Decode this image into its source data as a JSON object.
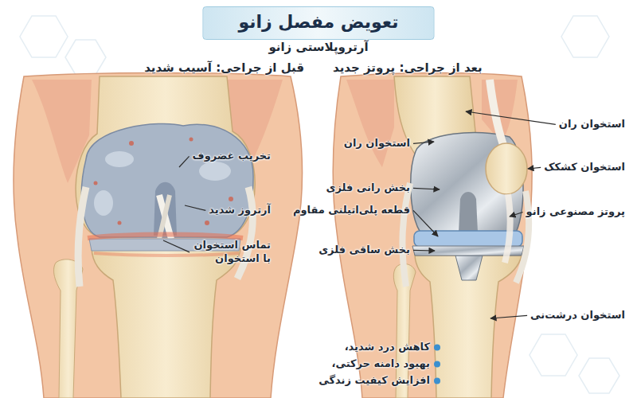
{
  "diagram": {
    "title": "تعویض مفصل زانو",
    "labels": [
      "آرتروپلاستی زانو",
      "قبل از جراحی: آسیب شدید",
      "بعد از جراحی: پروتز جدید",
      "تخریب غضروف",
      "آرتروز شدید",
      "تماس استخوان با استخوان",
      "استخوان ران",
      "بخش رانی فلزی",
      "قطعه پلی‌اتیلنی مقاوم",
      "بخش ساقی فلزی",
      "استخوان ران",
      "استخوان کشکک",
      "پروتز مصنوعی زانو",
      "استخوان درشت‌نی",
      "کاهش درد شدید،",
      "بهبود دامنه حرکتی،",
      "افزایش کیفیت زندگی"
    ]
  }
}
